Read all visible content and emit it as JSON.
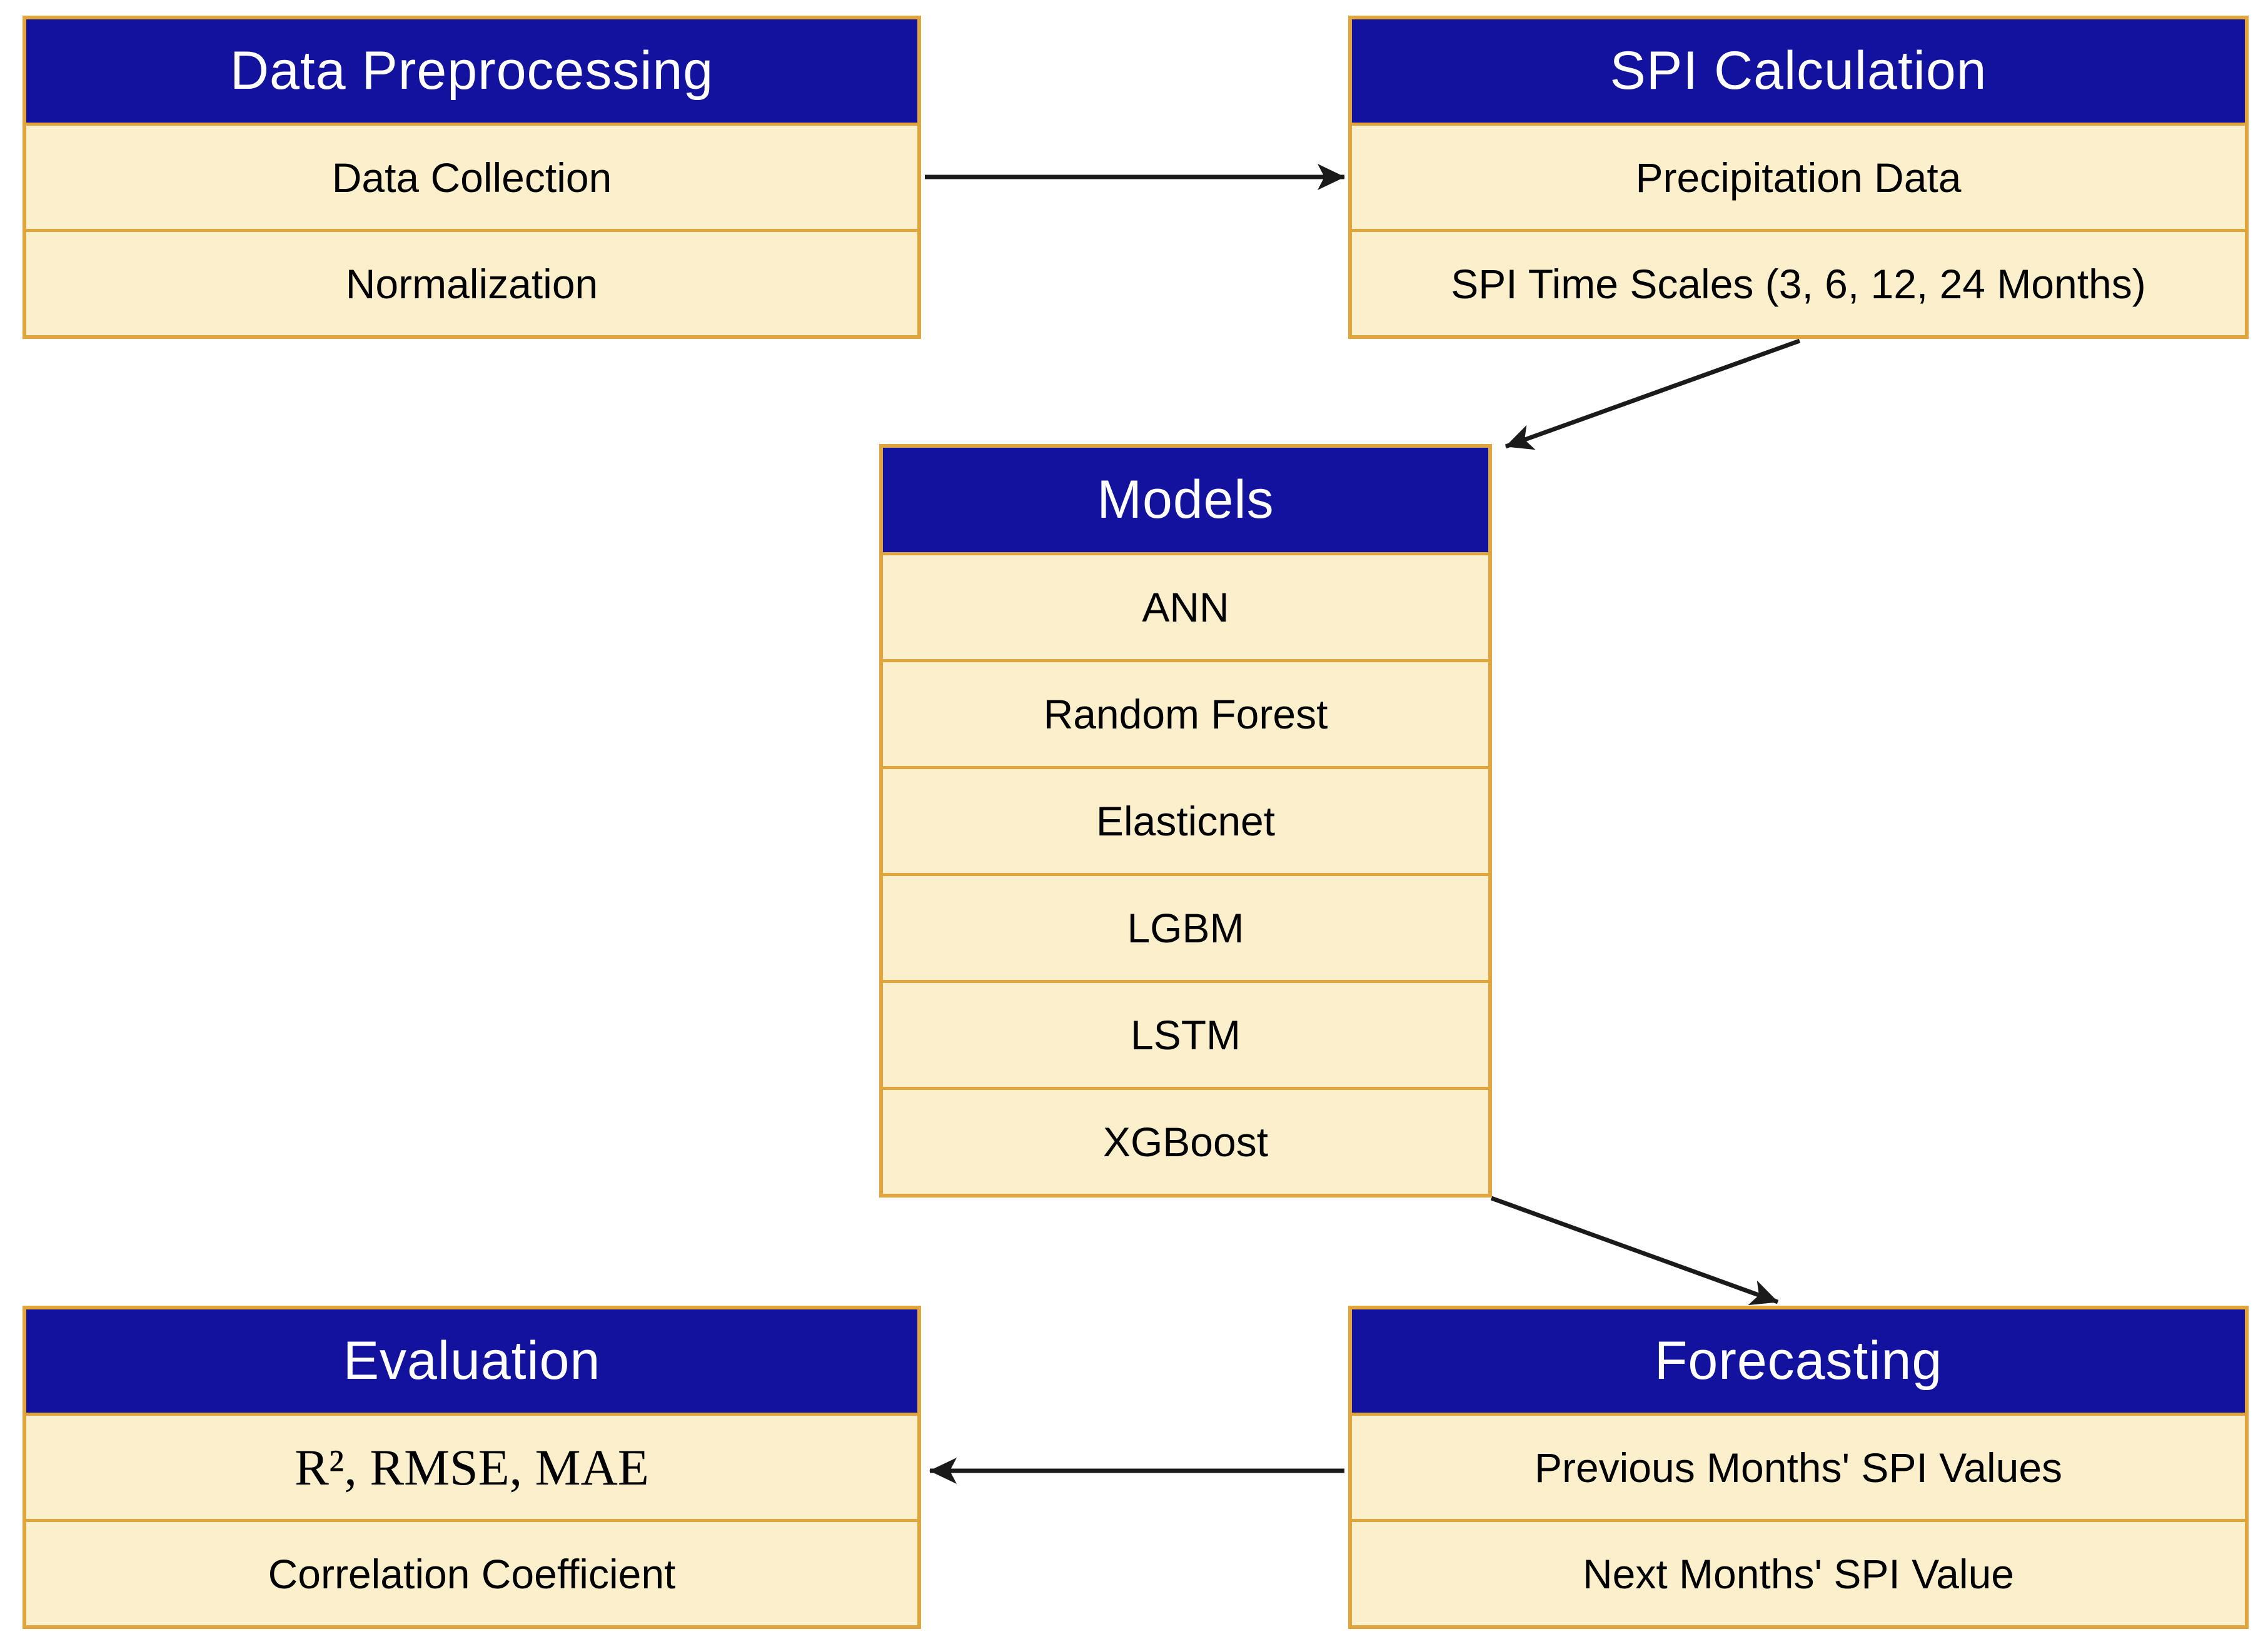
{
  "colors": {
    "header_bg": "#12129F",
    "row_bg": "#FCF0CC",
    "border": "#E0A53C",
    "header_text": "#FFFFFF",
    "row_text": "#000000",
    "arrow": "#1A1A1A",
    "canvas_bg": "#FFFFFF"
  },
  "boxes": [
    {
      "title": "Data Preprocessing",
      "rows": [
        "Data Collection",
        "Normalization"
      ]
    },
    {
      "title": "SPI Calculation",
      "rows": [
        "Precipitation Data",
        "SPI Time Scales (3, 6, 12, 24 Months)"
      ]
    },
    {
      "title": "Models",
      "rows": [
        "ANN",
        "Random Forest",
        "Elasticnet",
        "LGBM",
        "LSTM",
        "XGBoost"
      ]
    },
    {
      "title": "Evaluation",
      "rows": [
        "R², RMSE, MAE",
        "Correlation Coefficient"
      ]
    },
    {
      "title": "Forecasting",
      "rows": [
        "Previous Months' SPI Values",
        "Next Months' SPI Value"
      ]
    }
  ],
  "arrows": [
    {
      "from": "Data Preprocessing",
      "to": "SPI Calculation"
    },
    {
      "from": "SPI Calculation",
      "to": "Models"
    },
    {
      "from": "Models",
      "to": "Forecasting"
    },
    {
      "from": "Forecasting",
      "to": "Evaluation"
    }
  ]
}
